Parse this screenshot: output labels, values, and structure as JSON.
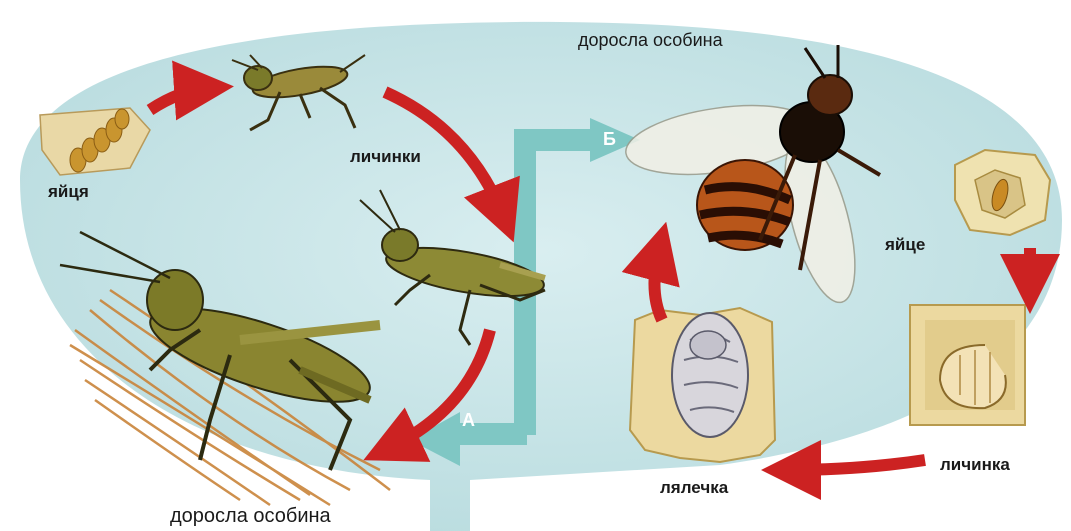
{
  "labels": {
    "eggs_grasshopper": "яйця",
    "larvae_grasshopper": "личинки",
    "adult_grasshopper": "доросла особина",
    "adult_bee": "доросла особина",
    "egg_bee": "яйце",
    "larva_bee": "личинка",
    "pupa_bee": "лялечка"
  },
  "markers": {
    "a": "А",
    "b": "Б"
  },
  "colors": {
    "background_oval": "#c6e2e5",
    "connector": "#7fc7c4",
    "arrow_red": "#cc2222"
  }
}
